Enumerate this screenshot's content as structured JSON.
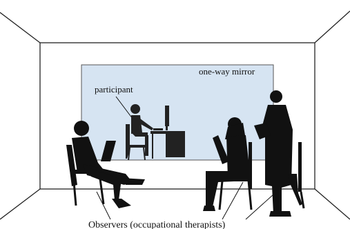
{
  "labels": {
    "mirror": "one-way mirror",
    "participant": "participant",
    "observers": "Observers (occupational therapists)"
  },
  "colors": {
    "mirror_fill": "#d6e4f2",
    "silhouette": "#111111",
    "wall_line": "#222222"
  }
}
